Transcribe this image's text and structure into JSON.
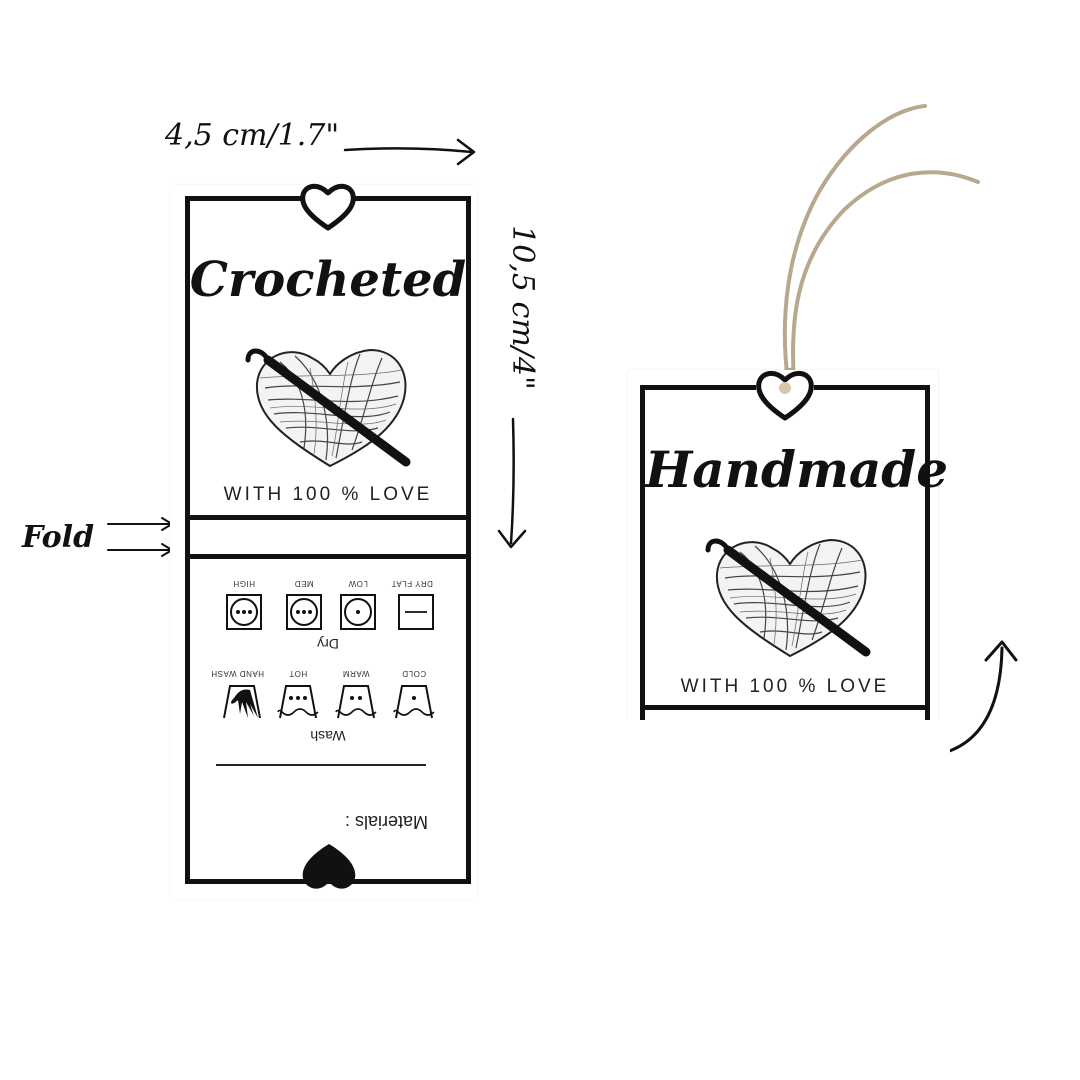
{
  "annotations": {
    "width_label": "4,5 cm/1.7\"",
    "height_label": "10,5 cm/4\"",
    "fold_label": "Fold"
  },
  "tag_left": {
    "title": "Crocheted",
    "tagline": "WITH 100 % LOVE",
    "care": {
      "dry_heading": "Dry",
      "dry_items": [
        {
          "label": "HIGH",
          "icon": "dryer-high-icon"
        },
        {
          "label": "MED",
          "icon": "dryer-med-icon"
        },
        {
          "label": "LOW",
          "icon": "dryer-low-icon"
        },
        {
          "label": "DRY FLAT",
          "icon": "dry-flat-icon"
        }
      ],
      "wash_heading": "Wash",
      "wash_items": [
        {
          "label": "HAND WASH",
          "icon": "hand-wash-icon"
        },
        {
          "label": "HOT",
          "icon": "wash-hot-icon"
        },
        {
          "label": "WARM",
          "icon": "wash-warm-icon"
        },
        {
          "label": "COLD",
          "icon": "wash-cold-icon"
        }
      ],
      "materials_label": "Materials :"
    }
  },
  "tag_right": {
    "title": "Handmade",
    "tagline": "WITH 100 % LOVE"
  },
  "colors": {
    "ink": "#111111",
    "string": "#b8a88e",
    "background": "#ffffff"
  }
}
